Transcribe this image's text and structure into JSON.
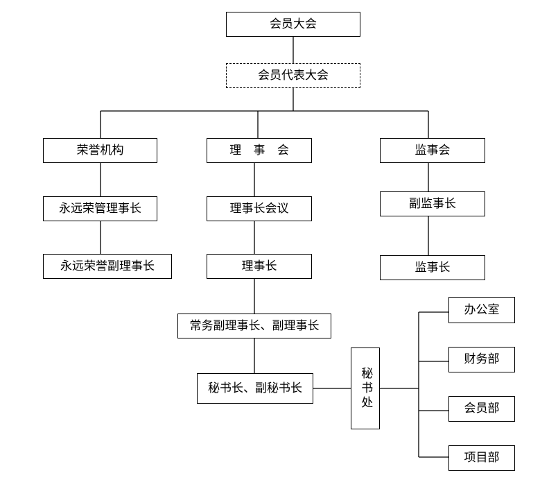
{
  "nodes": {
    "general_assembly": "会员大会",
    "representative_assembly": "会员代表大会",
    "honorary_body": "荣誉机构",
    "council": "理 事 会",
    "supervisory_board": "监事会",
    "permanent_honorary_chairman": "永远荣管理事长",
    "permanent_honorary_vice_chairman": "永远荣誉副理事长",
    "chairman_meeting": "理事长会议",
    "chairman": "理事长",
    "executive_vice_chairman": "常务副理事长、副理事长",
    "secretary_general": "秘书长、副秘书长",
    "secretariat": "秘书处",
    "deputy_supervisor": "副监事长",
    "supervisor": "监事长",
    "office": "办公室",
    "finance_dept": "财务部",
    "membership_dept": "会员部",
    "project_dept": "项目部"
  }
}
